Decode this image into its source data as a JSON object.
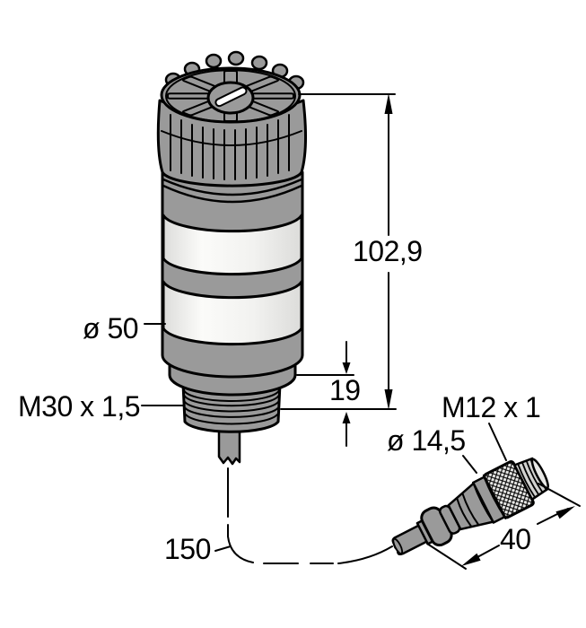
{
  "drawing": {
    "labels": {
      "total_height": "102,9",
      "body_diameter": "ø 50",
      "mounting_thread": "M30 x 1,5",
      "thread_length": "19",
      "connector_thread": "M12 x 1",
      "connector_diameter": "ø 14,5",
      "connector_length": "40",
      "cable_length": "150"
    },
    "colors": {
      "housing_gray": "#9a9a9a",
      "lens_band_light": "#f4f4f2",
      "knurl_base": "#e8e8e6",
      "thread_light": "#d2d2d0",
      "line": "#000000",
      "background": "#ffffff"
    }
  }
}
